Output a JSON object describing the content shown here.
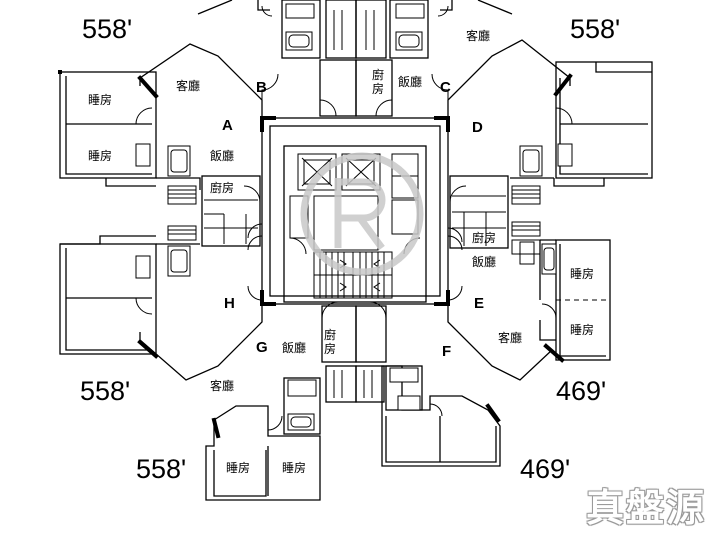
{
  "areas": {
    "top_left": "558'",
    "top_right": "558'",
    "mid_left": "558'",
    "mid_right": "469'",
    "bottom_left": "558'",
    "bottom_right": "469'"
  },
  "units": {
    "A": "A",
    "B": "B",
    "C": "C",
    "D": "D",
    "E": "E",
    "F": "F",
    "G": "G",
    "H": "H"
  },
  "rooms": {
    "living": "客廳",
    "bedroom": "睡房",
    "dining": "飯廳",
    "kitchen": "廚房",
    "kitchen_vertical": "廚\n房"
  },
  "watermark": "真盤源",
  "colors": {
    "line": "#000000",
    "watermark_logo": "#c8c8c8",
    "background": "#ffffff"
  }
}
